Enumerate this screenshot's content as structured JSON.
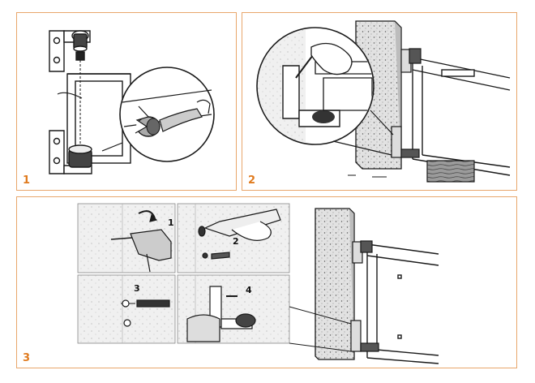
{
  "panels": [
    {
      "number": "1"
    },
    {
      "number": "2"
    },
    {
      "number": "3",
      "substeps": [
        "1",
        "2",
        "3",
        "4"
      ]
    }
  ],
  "colors": {
    "border": "#e8a66b",
    "number": "#e07b1f",
    "stone": "#c9c9c9",
    "ink": "#1a1a1a"
  }
}
